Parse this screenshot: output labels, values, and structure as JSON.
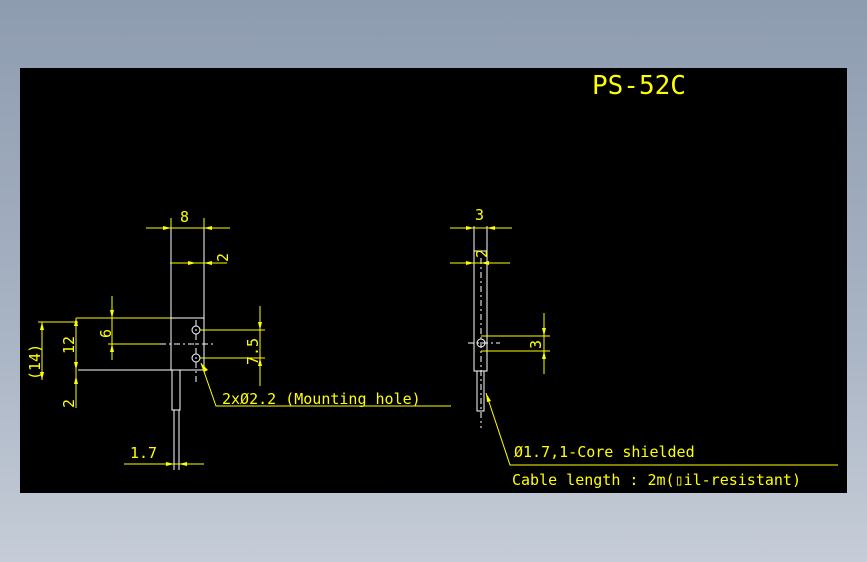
{
  "drawing": {
    "title": "PS-52C",
    "front_view": {
      "dim_width": "8",
      "dim_top_offset": "2",
      "dim_overall_height": "(14)",
      "dim_body_height": "12",
      "dim_hole_offset": "6",
      "dim_hole_pitch": "7.5",
      "dim_lower": "2",
      "dim_cable_dia": "1.7",
      "hole_callout": "2xØ2.2 (Mounting hole)"
    },
    "side_view": {
      "dim_thickness": "3",
      "dim_offset": "2",
      "dim_hole_height": "3",
      "cable_note": "Ø1.7,1-Core shielded",
      "cable_length_note": "Cable length : 2m(▯il-resistant)"
    }
  },
  "colors": {
    "background": "#000000",
    "dimension": "#ffff00",
    "part": "#ffffff"
  }
}
